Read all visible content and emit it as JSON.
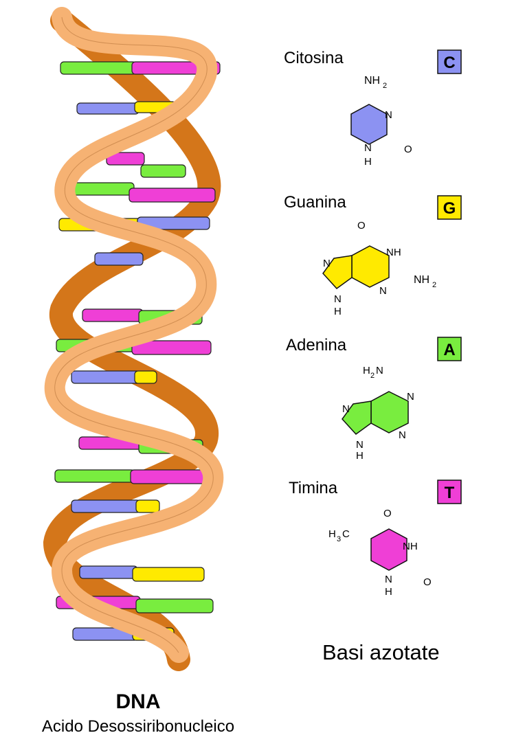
{
  "helix": {
    "title": "DNA",
    "subtitle": "Acido Desossiribonucleico"
  },
  "bases_title": "Basi azotate",
  "bases": [
    {
      "name": "Citosina",
      "letter": "C",
      "color": "#8c92f2",
      "atoms": {
        "amino": "NH",
        "amino_sub": "2",
        "n_ring": "N",
        "nh_h": "H",
        "nh_n": "N",
        "oxo": "O"
      }
    },
    {
      "name": "Guanina",
      "letter": "G",
      "color": "#ffea00",
      "atoms": {
        "oxo": "O",
        "nh1": "NH",
        "amino": "NH",
        "amino_sub": "2",
        "n3": "N",
        "n7": "N",
        "n9": "N",
        "h9": "H"
      }
    },
    {
      "name": "Adenina",
      "letter": "A",
      "color": "#79ed3f",
      "atoms": {
        "amino_h": "H",
        "amino_sub": "2",
        "amino_n": "N",
        "n1": "N",
        "n3": "N",
        "n7": "N",
        "n9": "N",
        "h9": "H"
      }
    },
    {
      "name": "Timina",
      "letter": "T",
      "color": "#ef3fd6",
      "atoms": {
        "oxo1": "O",
        "nh3": "NH",
        "oxo2": "O",
        "n1": "N",
        "h1": "H",
        "methyl_h": "H",
        "methyl_sub": "3",
        "methyl_c": "C"
      }
    }
  ],
  "colors": {
    "strand_front": "#f6b273",
    "strand_back": "#d4761a",
    "outline": "#222222"
  }
}
